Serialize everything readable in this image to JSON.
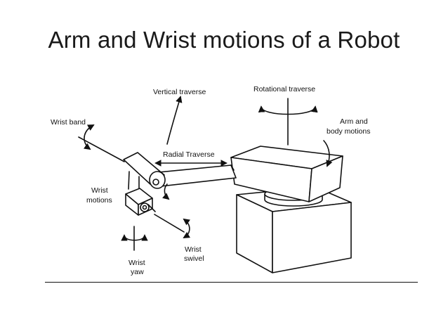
{
  "slide": {
    "title": "Arm and Wrist motions of a Robot"
  },
  "diagram": {
    "labels": {
      "vertical_traverse": "Vertical traverse",
      "rotational_traverse": "Rotational traverse",
      "wrist_band": "Wrist band",
      "arm_and_body_line1": "Arm and",
      "arm_and_body_line2": "body motions",
      "radial_traverse": "Radial Traverse",
      "wrist_motions_line1": "Wrist",
      "wrist_motions_line2": "motions",
      "wrist_yaw_line1": "Wrist",
      "wrist_yaw_line2": "yaw",
      "wrist_swivel_line1": "Wrist",
      "wrist_swivel_line2": "swivel"
    }
  }
}
